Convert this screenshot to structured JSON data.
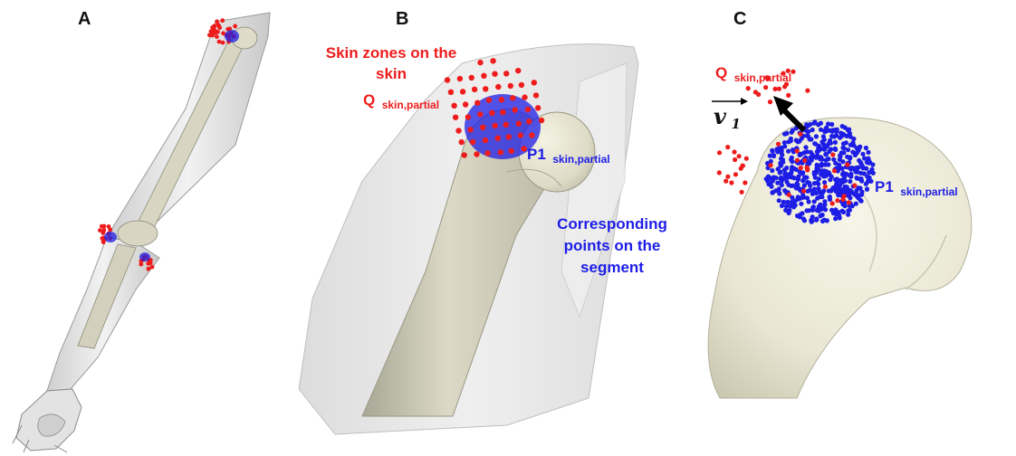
{
  "panels": {
    "a": {
      "label": "A"
    },
    "b": {
      "label": "B",
      "skin_zones_line1": "Skin zones on the",
      "skin_zones_line2": "skin",
      "q_main": "Q",
      "q_sub": "skin,partial",
      "p_main": "P1",
      "p_sub": "skin,partial",
      "corr_line1": "Corresponding",
      "corr_line2": "points on the",
      "corr_line3": "segment"
    },
    "c": {
      "label": "C",
      "q_main": "Q",
      "q_sub": "skin,partial",
      "v_main": "v",
      "v_sub": "1",
      "p_main": "P1",
      "p_sub": "skin,partial"
    }
  },
  "colors": {
    "skin_points": "#ee1c1c",
    "segment_points": "#1d1de6",
    "bone": "#ecead7",
    "skin": "#e6e6e6",
    "arrow": "#000000"
  }
}
